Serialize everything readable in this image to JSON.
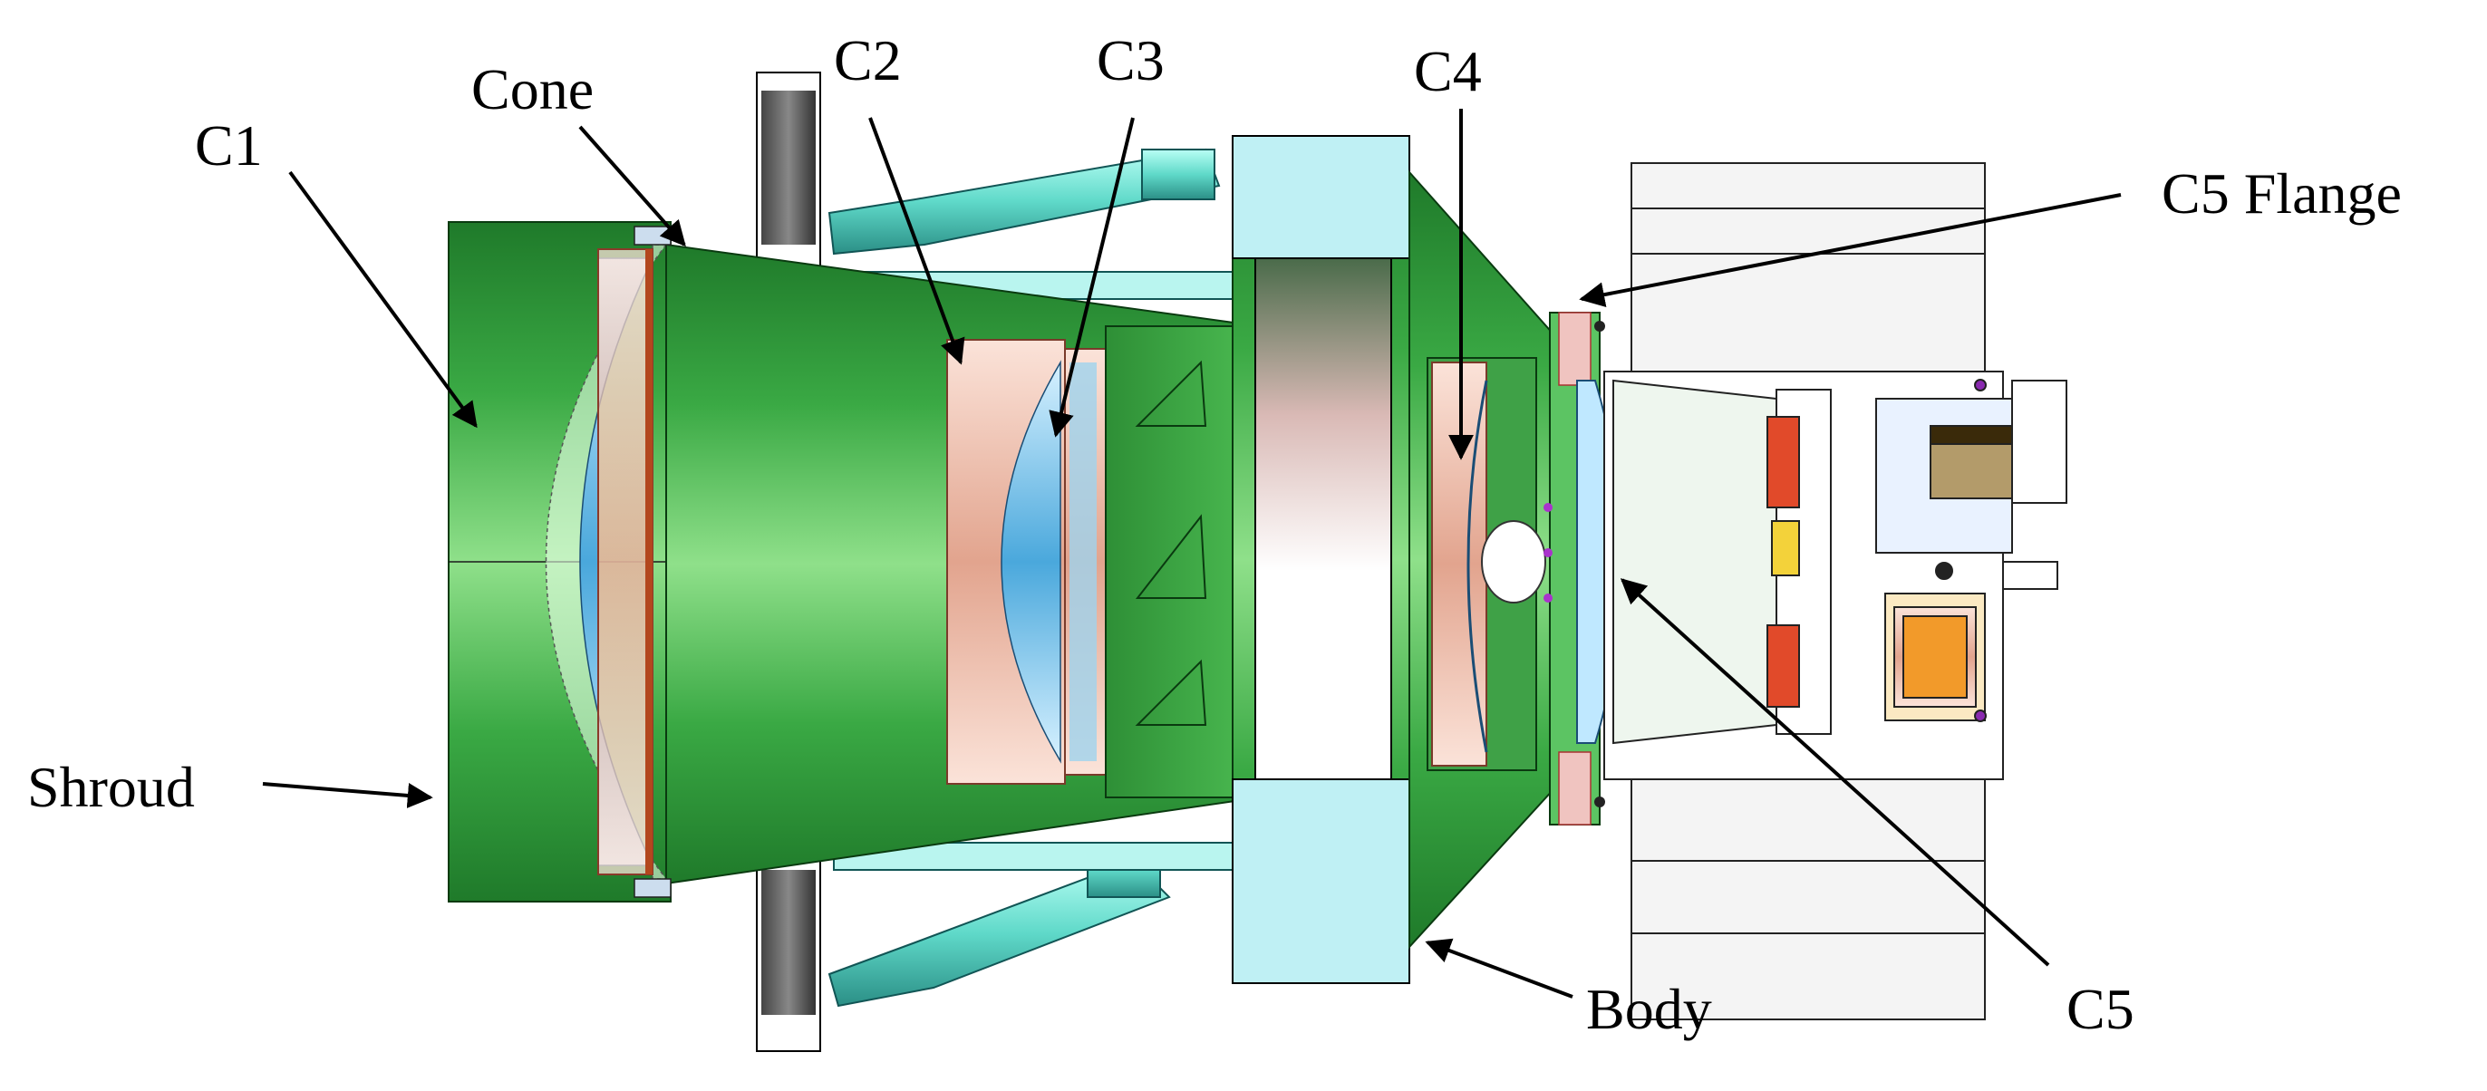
{
  "labels": {
    "c1": "C1",
    "cone": "Cone",
    "c2": "C2",
    "c3": "C3",
    "c4": "C4",
    "c5_flange": "C5 Flange",
    "shroud": "Shroud",
    "body": "Body",
    "c5": "C5"
  },
  "colors": {
    "tube_green": "#2f9a3a",
    "tube_green_light": "#7fd67a",
    "lens_blue": "#5fb6e6",
    "lens_pink": "#e9b7a3",
    "body_cyan": "#bff0f4",
    "strut_cyan": "#7fe8e0",
    "outline": "#000000"
  }
}
